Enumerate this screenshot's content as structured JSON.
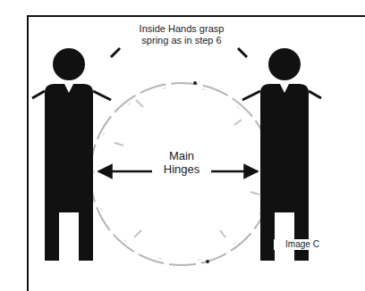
{
  "diagram": {
    "labels": [
      "Inside Hands grasp spring as in step 6",
      "Main Hinges",
      "Image C"
    ]
  }
}
